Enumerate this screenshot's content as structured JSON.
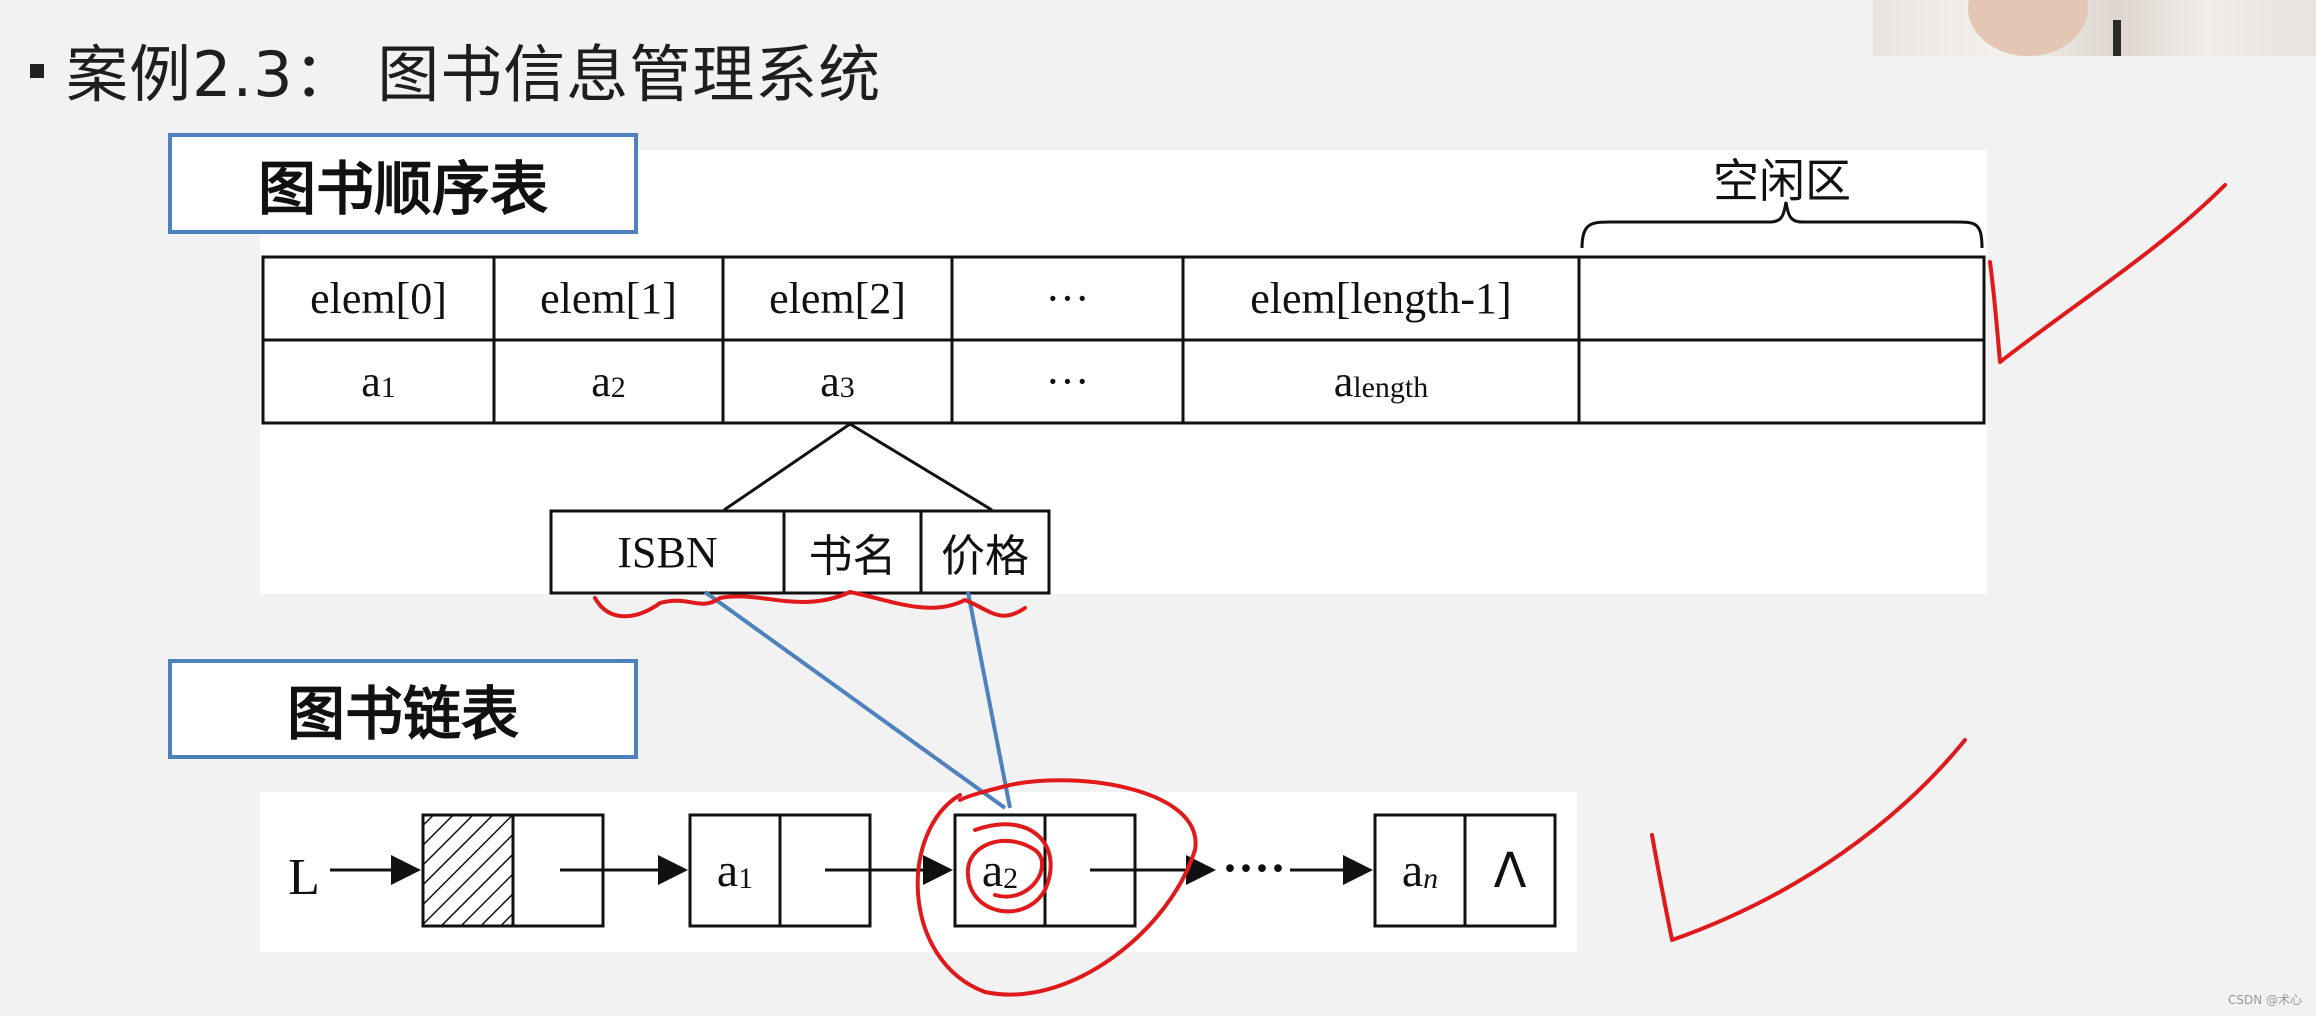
{
  "slide": {
    "title": "案例2.3： 图书信息管理系统"
  },
  "seq_list": {
    "label": "图书顺序表",
    "free_label": "空闲区",
    "header_cells": [
      "elem[0]",
      "elem[1]",
      "elem[2]",
      "···",
      "elem[length-1]",
      ""
    ],
    "value_cells": [
      {
        "base": "a",
        "sub": "1"
      },
      {
        "base": "a",
        "sub": "2"
      },
      {
        "base": "a",
        "sub": "3"
      },
      {
        "base": "···",
        "sub": ""
      },
      {
        "base": "a",
        "sub": "length"
      },
      {
        "base": "",
        "sub": ""
      }
    ],
    "record_fields": [
      "ISBN",
      "书名",
      "价格"
    ]
  },
  "linked_list": {
    "label": "图书链表",
    "head": "L",
    "node1": {
      "base": "a",
      "sub": "1"
    },
    "node2": {
      "base": "a",
      "sub": "2"
    },
    "ellipsis": "····",
    "last": {
      "base": "a",
      "sub": "n"
    },
    "null_symbol": "Λ"
  },
  "watermark": "CSDN @术心",
  "colors": {
    "label_border": "#4f81bd",
    "connector_blue": "#4f81bd",
    "annotation_red": "#e0191b"
  }
}
